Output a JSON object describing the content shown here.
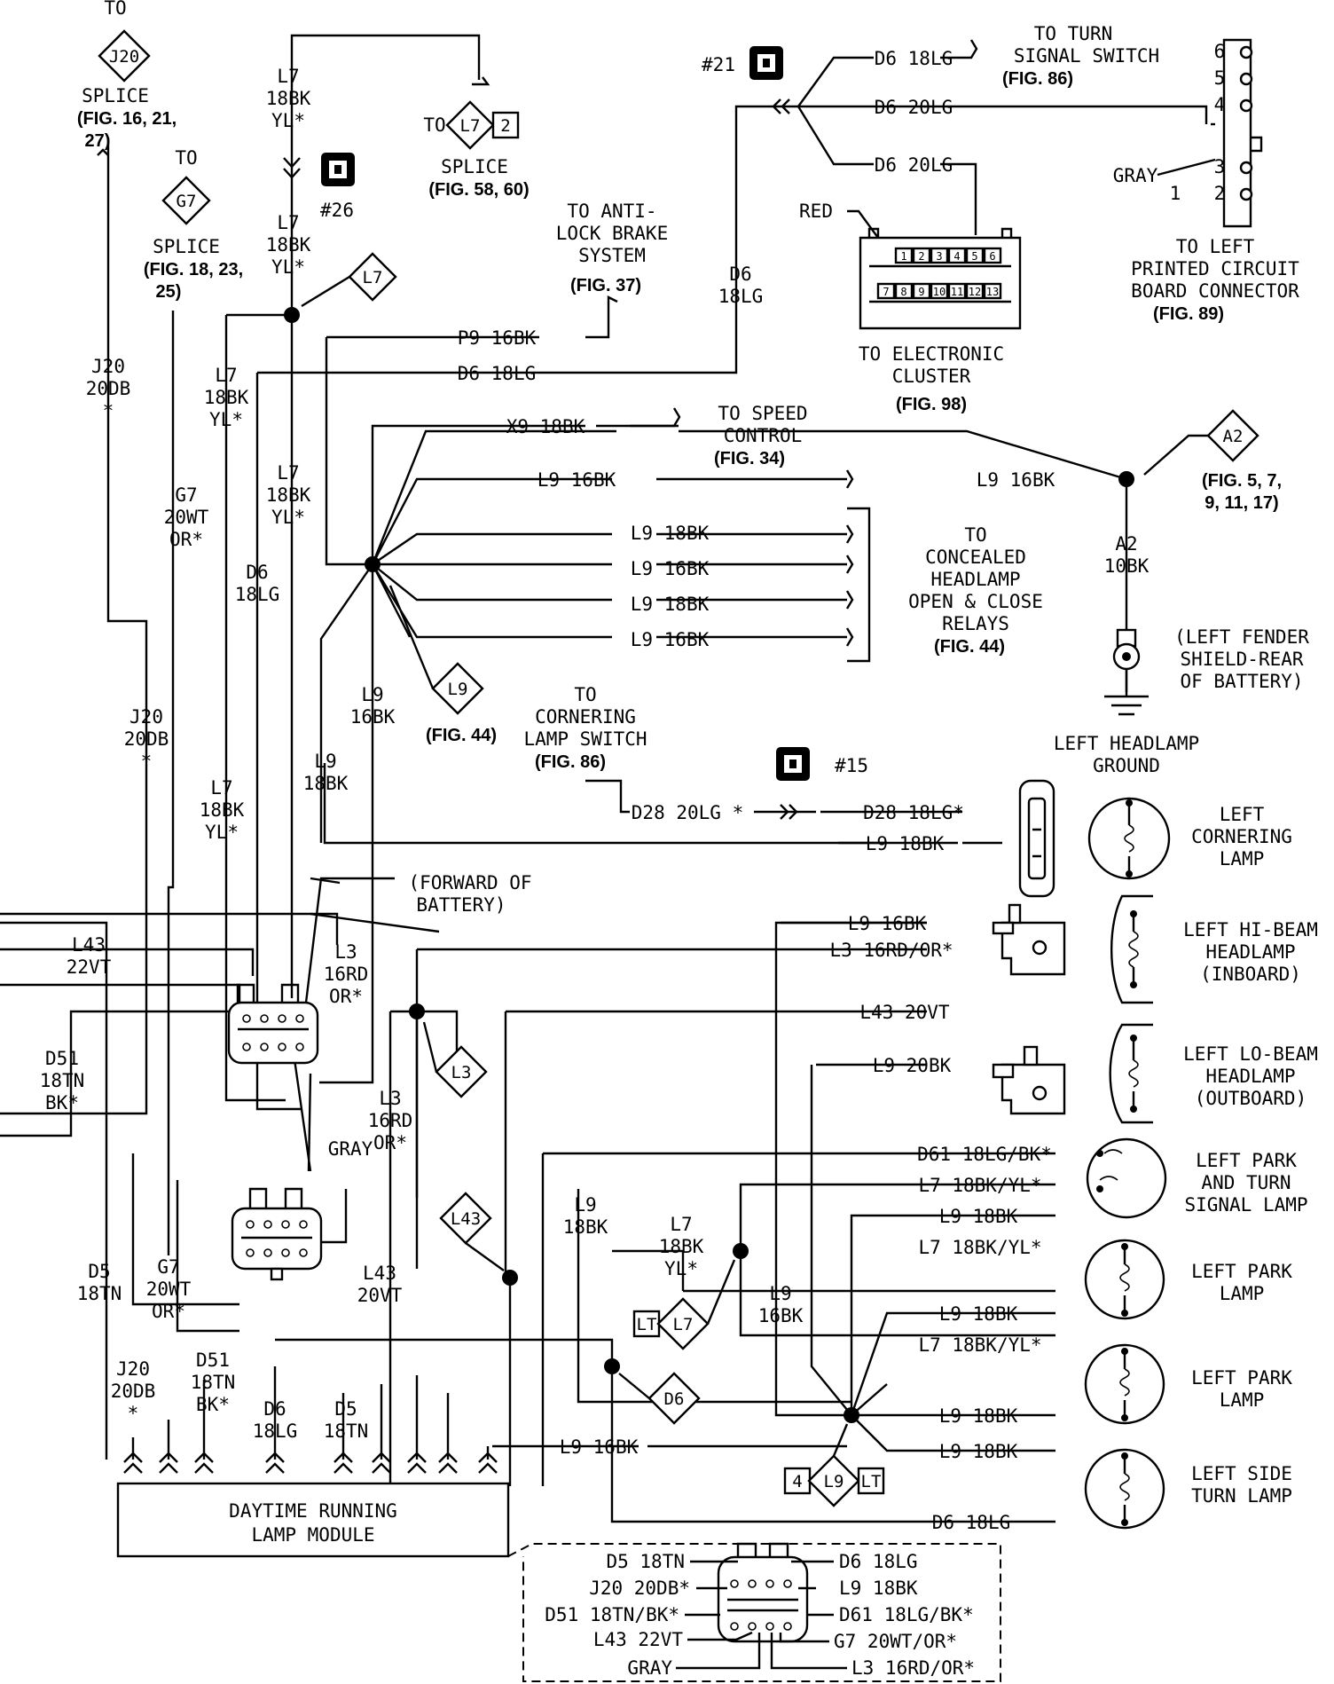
{
  "labels": {
    "to_j20": "TO",
    "splice_j20": "SPLICE",
    "fig_j20_a": "(FIG. 16, 21,",
    "fig_j20_b": "27)",
    "to_g7": "TO",
    "splice_g7": "SPLICE",
    "fig_g7_a": "(FIG. 18, 23,",
    "fig_g7_b": "25)",
    "to_l7": "TO",
    "splice_l7": "SPLICE",
    "fig_l7": "(FIG. 58, 60)",
    "c26": "#26",
    "c21": "#21",
    "c15": "#15",
    "to_abs_1": "TO ANTI-",
    "to_abs_2": "LOCK BRAKE",
    "to_abs_3": "SYSTEM",
    "fig_abs": "(FIG. 37)",
    "to_turn_1": "TO TURN",
    "to_turn_2": "SIGNAL SWITCH",
    "fig_turn": "(FIG. 86)",
    "red": "RED",
    "gray1": "GRAY",
    "to_pcb_1": "TO LEFT",
    "to_pcb_2": "PRINTED CIRCUIT",
    "to_pcb_3": "BOARD CONNECTOR",
    "fig_pcb": "(FIG. 89)",
    "to_cluster_1": "TO ELECTRONIC",
    "to_cluster_2": "CLUSTER",
    "fig_cluster": "(FIG. 98)",
    "to_speed_1": "TO SPEED",
    "to_speed_2": "CONTROL",
    "fig_speed": "(FIG. 34)",
    "fig_a2_a": "(FIG. 5, 7,",
    "fig_a2_b": "9, 11, 17)",
    "to_concealed_1": "TO",
    "to_concealed_2": "CONCEALED",
    "to_concealed_3": "HEADLAMP",
    "to_concealed_4": "OPEN & CLOSE",
    "to_concealed_5": "RELAYS",
    "fig_concealed": "(FIG. 44)",
    "ground_1": "(LEFT FENDER",
    "ground_2": "SHIELD-REAR",
    "ground_3": "OF BATTERY)",
    "ground_4": "LEFT HEADLAMP",
    "ground_5": "GROUND",
    "fig_l9": "(FIG. 44)",
    "to_corner_1": "TO",
    "to_corner_2": "CORNERING",
    "to_corner_3": "LAMP SWITCH",
    "fig_corner": "(FIG. 86)",
    "fwd_1": "(FORWARD OF",
    "fwd_2": "BATTERY)",
    "gray2": "GRAY",
    "module_1": "DAYTIME RUNNING",
    "module_2": "LAMP MODULE"
  },
  "tags": {
    "j20": "J20",
    "g7": "G7",
    "l7_top": "L7",
    "l7_top_pin": "2",
    "l7_mid": "L7",
    "a2": "A2",
    "l9_mid": "L9",
    "l3": "L3",
    "l43": "L43",
    "lt_a": "LT",
    "l7_low": "L7",
    "d6": "D6",
    "pin4": "4",
    "l9_low": "L9",
    "lt_b": "LT"
  },
  "wires": {
    "j20_a": [
      "J20",
      "20DB",
      "*"
    ],
    "j20_b": [
      "J20",
      "20DB",
      "*"
    ],
    "j20_c": [
      "J20",
      "20DB",
      "*"
    ],
    "g7_a": [
      "G7",
      "20WT",
      "OR*"
    ],
    "g7_b": [
      "G7",
      "20WT",
      "OR*"
    ],
    "l7_a": [
      "L7",
      "18BK",
      "YL*"
    ],
    "l7_b": [
      "L7",
      "18BK",
      "YL*"
    ],
    "l7_c": [
      "L7",
      "18BK",
      "YL*"
    ],
    "l7_d": [
      "L7",
      "18BK",
      "YL*"
    ],
    "l7_e": [
      "L7",
      "18BK",
      "YL*"
    ],
    "l7_f": [
      "L7",
      "18BK",
      "YL*"
    ],
    "d6_a": [
      "D6",
      "18LG"
    ],
    "d6_b": [
      "D6",
      "18LG"
    ],
    "d6_c": [
      "D6",
      "18LG"
    ],
    "l9_a": [
      "L9",
      "16BK"
    ],
    "l9_b": [
      "L9",
      "18BK"
    ],
    "l9_c": [
      "L9",
      "18BK"
    ],
    "l9_d": [
      "L9",
      "16BK"
    ],
    "a2": [
      "A2",
      "10BK"
    ],
    "l3": [
      "L3",
      "16RD",
      "OR*"
    ],
    "l3_b": [
      "L3",
      "16RD",
      "OR*"
    ],
    "l43_a": [
      "L43",
      "22VT"
    ],
    "l43_b": [
      "L43",
      "20VT"
    ],
    "d51_a": [
      "D51",
      "18TN",
      "BK*"
    ],
    "d51_b": [
      "D51",
      "18TN",
      "BK*"
    ],
    "d5_a": [
      "D5",
      "18TN"
    ],
    "d5_b": [
      "D5",
      "18TN"
    ],
    "p9": "P9 16BK",
    "d6_h": "D6 18LG",
    "x9": "X9 18BK",
    "l9_h1": "L9 16BK",
    "l9_h2": "L9 16BK",
    "l9_r1": "L9 18BK",
    "l9_r2": "L9 16BK",
    "l9_r3": "L9 18BK",
    "l9_r4": "L9 16BK",
    "d6_turn": "D6 18LG",
    "d6_20_a": "D6 20LG",
    "d6_20_b": "D6 20LG",
    "d28_a": "D28 20LG *",
    "d28_b": "D28 18LG*",
    "l9_corner": "L9 18BK",
    "l9_hi": "L9 16BK",
    "l3_hi": "L3 16RD/OR*",
    "l43_lo": "L43 20VT",
    "l9_lo": "L9 20BK",
    "d61": "D61 18LG/BK*",
    "l7_park1": "L7 18BK/YL*",
    "l9_park1": "L9 18BK",
    "l7_park2": "L7 18BK/YL*",
    "l9_park2": "L9 18BK",
    "l7_park3": "L7 18BK/YL*",
    "l9_park3": "L9 18BK",
    "l9_side": "L9 18BK",
    "d6_side": "D6 18LG",
    "l9_module": "L9 16BK"
  },
  "lamps": {
    "cornering": [
      "LEFT",
      "CORNERING",
      "LAMP"
    ],
    "hibeam": [
      "LEFT HI-BEAM",
      "HEADLAMP",
      "(INBOARD)"
    ],
    "lobeam": [
      "LEFT LO-BEAM",
      "HEADLAMP",
      "(OUTBOARD)"
    ],
    "park_turn": [
      "LEFT PARK",
      "AND TURN",
      "SIGNAL LAMP"
    ],
    "park1": [
      "LEFT PARK",
      "LAMP"
    ],
    "park2": [
      "LEFT PARK",
      "LAMP"
    ],
    "side_turn": [
      "LEFT SIDE",
      "TURN LAMP"
    ]
  },
  "cluster_pins": [
    "1",
    "2",
    "3",
    "4",
    "5",
    "6",
    "7",
    "8",
    "9",
    "10",
    "11",
    "12",
    "13"
  ],
  "pcb_pins": [
    "6",
    "5",
    "4",
    "3",
    "1",
    "2"
  ],
  "legend": {
    "d5": "D5 18TN",
    "j20": "J20 20DB*",
    "d51": "D51 18TN/BK*",
    "l43": "L43 22VT",
    "gray": "GRAY",
    "d6": "D6 18LG",
    "l9": "L9 18BK",
    "d61": "D61 18LG/BK*",
    "g7": "G7 20WT/OR*",
    "l3": "L3 16RD/OR*"
  }
}
